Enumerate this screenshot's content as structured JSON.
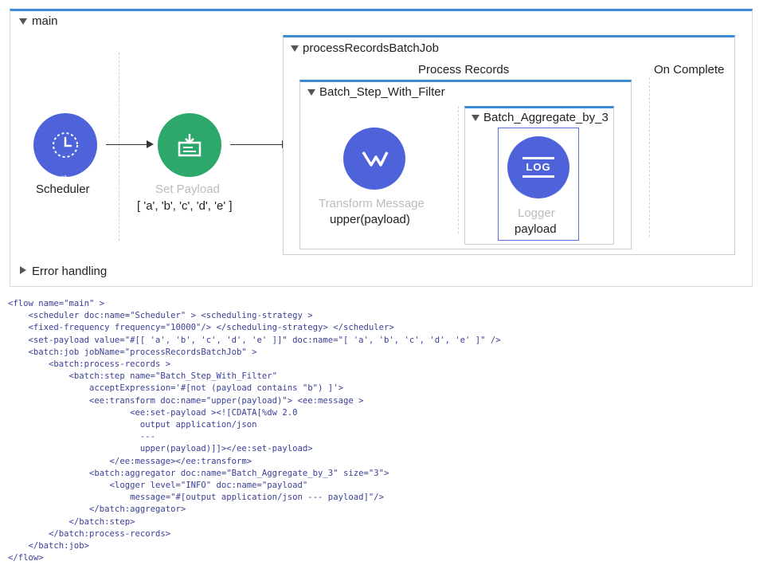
{
  "flow": {
    "title": "main",
    "error_handling": "Error handling",
    "scheduler": {
      "label": "Scheduler"
    },
    "set_payload": {
      "label": "Set Payload",
      "sublabel": "[ 'a', 'b', 'c', 'd', 'e' ]"
    },
    "batch_job": {
      "title": "processRecordsBatchJob",
      "process_records": "Process Records",
      "on_complete": "On Complete",
      "step": {
        "title": "Batch_Step_With_Filter",
        "transform": {
          "label": "Transform Message",
          "sublabel": "upper(payload)"
        },
        "aggregator": {
          "title": "Batch_Aggregate_by_3",
          "logger": {
            "icon_text": "LOG",
            "label": "Logger",
            "sublabel": "payload"
          }
        }
      }
    }
  },
  "colors": {
    "accent": "#3b8bd6",
    "scheduler": "#4e63d9",
    "set_payload": "#2da86a",
    "transform": "#4e63d9",
    "logger": "#4e63d9"
  },
  "code": [
    "<flow name=\"main\" >",
    "    <scheduler doc:name=\"Scheduler\" > <scheduling-strategy >",
    "    <fixed-frequency frequency=\"10000\"/> </scheduling-strategy> </scheduler>",
    "    <set-payload value=\"#[[ 'a', 'b', 'c', 'd', 'e' ]]\" doc:name=\"[ 'a', 'b', 'c', 'd', 'e' ]\" />",
    "    <batch:job jobName=\"processRecordsBatchJob\" >",
    "        <batch:process-records >",
    "            <batch:step name=\"Batch_Step_With_Filter\"",
    "                acceptExpression='#[not (payload contains \"b\") ]'>",
    "                <ee:transform doc:name=\"upper(payload)\"> <ee:message >",
    "                        <ee:set-payload ><![CDATA[%dw 2.0",
    "                          output application/json",
    "                          ---",
    "                          upper(payload)]]></ee:set-payload>",
    "                    </ee:message></ee:transform>",
    "                <batch:aggregator doc:name=\"Batch_Aggregate_by_3\" size=\"3\">",
    "                    <logger level=\"INFO\" doc:name=\"payload\"",
    "                        message=\"#[output application/json --- payload]\"/>",
    "                </batch:aggregator>",
    "            </batch:step>",
    "        </batch:process-records>",
    "    </batch:job>",
    "</flow>"
  ]
}
